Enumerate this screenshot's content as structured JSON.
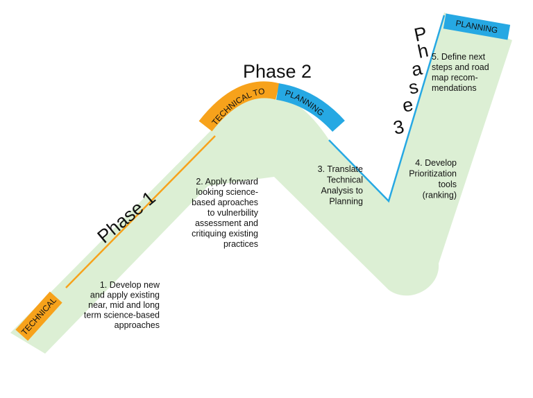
{
  "colors": {
    "path_fill": "#dcefd4",
    "technical": "#f7a21b",
    "planning": "#26a8e3",
    "text": "#111111"
  },
  "phases": {
    "phase1": "Phase 1",
    "phase2": "Phase 2",
    "phase3_letters": [
      "P",
      "h",
      "a",
      "s",
      "e",
      "3"
    ]
  },
  "tags": {
    "start": "TECHNICAL",
    "mid_technical": "TECHNICAL TO",
    "mid_planning": "PLANNING",
    "end": "PLANNING"
  },
  "steps": [
    {
      "lines": [
        "1. Develop new",
        "and apply existing",
        "near, mid and long",
        "term science-based",
        "approaches"
      ]
    },
    {
      "lines": [
        "2. Apply forward",
        "looking science-",
        "based aproaches",
        "to vulnerbility",
        "assessment and",
        "critiquing existing",
        "practices"
      ]
    },
    {
      "lines": [
        "3. Translate",
        "Technical",
        "Analysis to",
        "Planning"
      ]
    },
    {
      "lines": [
        "4. Develop",
        "Prioritization",
        "tools",
        "(ranking)"
      ]
    },
    {
      "lines": [
        "5. Define next",
        "steps and road",
        "map recom-",
        "mendations"
      ]
    }
  ]
}
